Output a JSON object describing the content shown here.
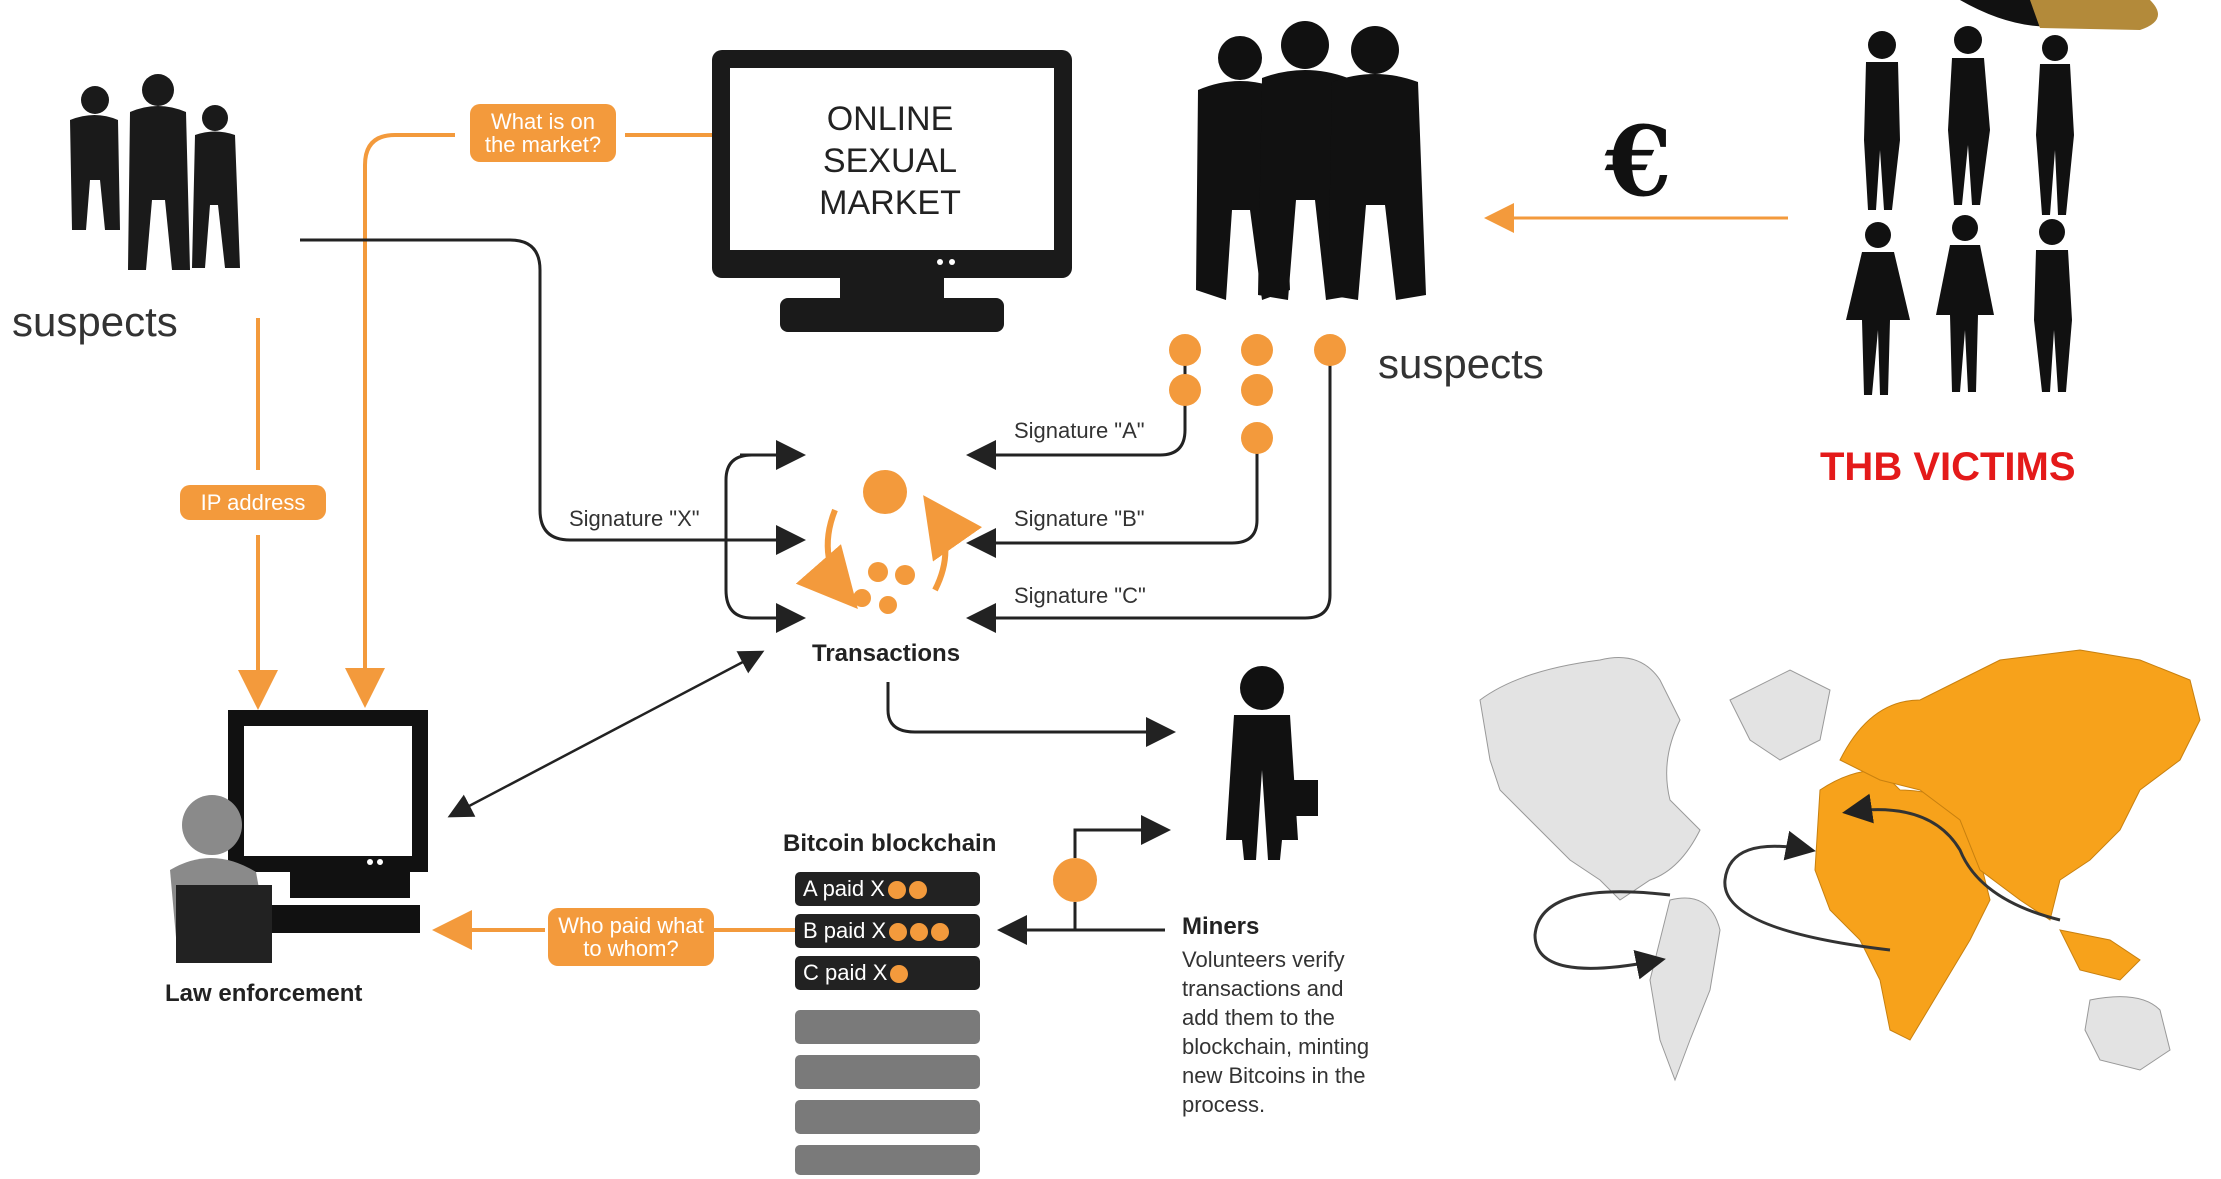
{
  "labels": {
    "suspects_left": "suspects",
    "suspects_right": "suspects",
    "market": [
      "ONLINE",
      "SEXUAL",
      "MARKET"
    ],
    "victims": "THB VICTIMS",
    "euro": "€",
    "market_question": "What is on the market?",
    "ip_address": "IP address",
    "who_paid": "Who paid what to whom?",
    "sig_a": "Signature \"A\"",
    "sig_b": "Signature \"B\"",
    "sig_c": "Signature \"C\"",
    "sig_x": "Signature \"X\"",
    "transactions": "Transactions",
    "law_enforcement": "Law enforcement",
    "blockchain_title": "Bitcoin blockchain",
    "miners_title": "Miners",
    "miners_desc": "Volunteers verify transactions and add them to the blockchain, minting new Bitcoins in the process."
  },
  "blockchain": [
    {
      "text": "A paid X",
      "coins": 2
    },
    {
      "text": "B paid X",
      "coins": 3
    },
    {
      "text": "C paid X",
      "coins": 1
    }
  ],
  "colors": {
    "accent": "#f39a3c",
    "victims": "#e41a1a",
    "map_highlight": "#f7a21b",
    "map_base": "#e3e3e3"
  }
}
